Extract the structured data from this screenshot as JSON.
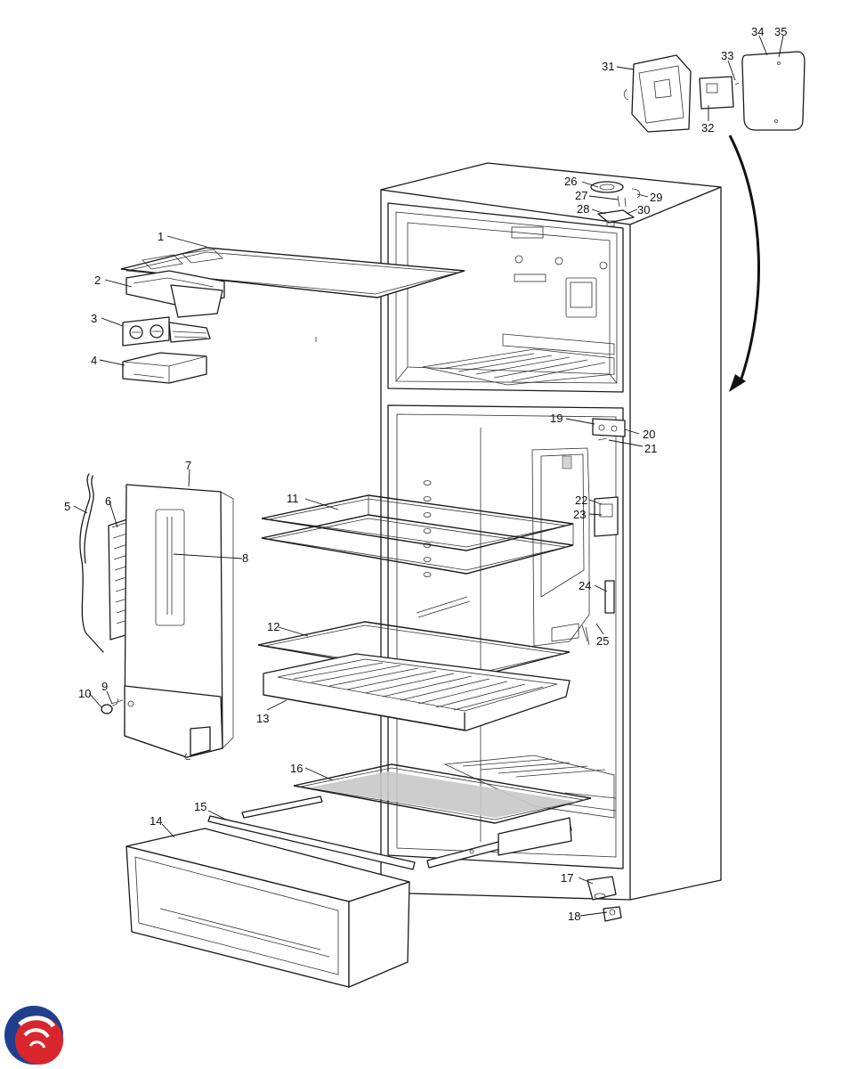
{
  "callouts": [
    {
      "id": "1",
      "text": "1"
    },
    {
      "id": "2",
      "text": "2"
    },
    {
      "id": "3",
      "text": "3"
    },
    {
      "id": "4",
      "text": "4"
    },
    {
      "id": "5",
      "text": "5"
    },
    {
      "id": "6",
      "text": "6"
    },
    {
      "id": "7",
      "text": "7"
    },
    {
      "id": "8",
      "text": "8"
    },
    {
      "id": "9",
      "text": "9"
    },
    {
      "id": "10",
      "text": "10"
    },
    {
      "id": "11",
      "text": "11"
    },
    {
      "id": "12",
      "text": "12"
    },
    {
      "id": "13",
      "text": "13"
    },
    {
      "id": "14",
      "text": "14"
    },
    {
      "id": "15",
      "text": "15"
    },
    {
      "id": "16",
      "text": "16"
    },
    {
      "id": "17",
      "text": "17"
    },
    {
      "id": "18",
      "text": "18"
    },
    {
      "id": "19",
      "text": "19"
    },
    {
      "id": "20",
      "text": "20"
    },
    {
      "id": "21",
      "text": "21"
    },
    {
      "id": "22",
      "text": "22"
    },
    {
      "id": "23",
      "text": "23"
    },
    {
      "id": "24",
      "text": "24"
    },
    {
      "id": "25",
      "text": "25"
    },
    {
      "id": "26",
      "text": "26"
    },
    {
      "id": "27",
      "text": "27"
    },
    {
      "id": "28",
      "text": "28"
    },
    {
      "id": "29",
      "text": "29"
    },
    {
      "id": "30",
      "text": "30"
    },
    {
      "id": "31",
      "text": "31"
    },
    {
      "id": "32",
      "text": "32"
    },
    {
      "id": "33",
      "text": "33"
    },
    {
      "id": "34",
      "text": "34"
    },
    {
      "id": "35",
      "text": "35"
    }
  ],
  "logo": {
    "colors": {
      "blue": "#1f3f8f",
      "red": "#d8262c"
    }
  }
}
